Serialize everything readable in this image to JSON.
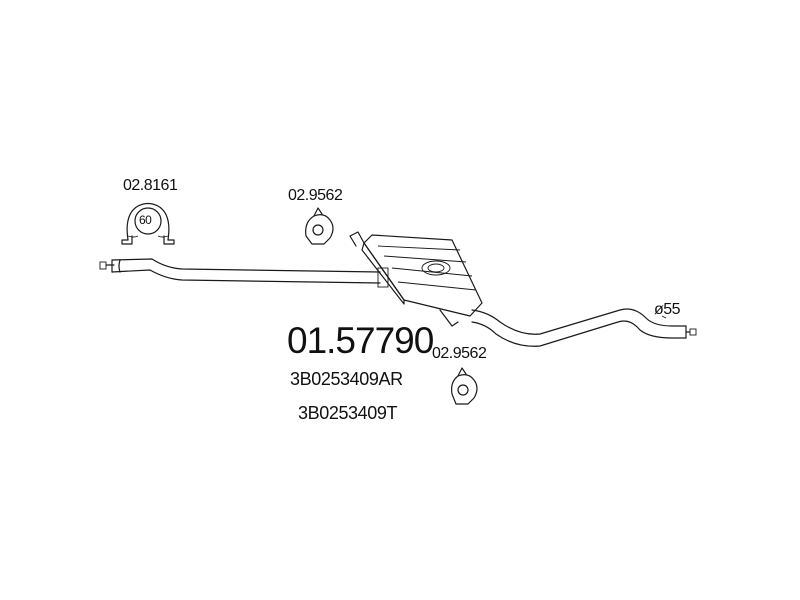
{
  "diagram": {
    "part_number": "01.57790",
    "oe_numbers": [
      "3B0253409AR",
      "3B0253409T"
    ],
    "clamp": {
      "ref": "02.8161",
      "size": "60"
    },
    "rubber_mounts": [
      {
        "ref": "02.9562"
      },
      {
        "ref": "02.9562"
      }
    ],
    "outlet_diameter": "ø55"
  }
}
